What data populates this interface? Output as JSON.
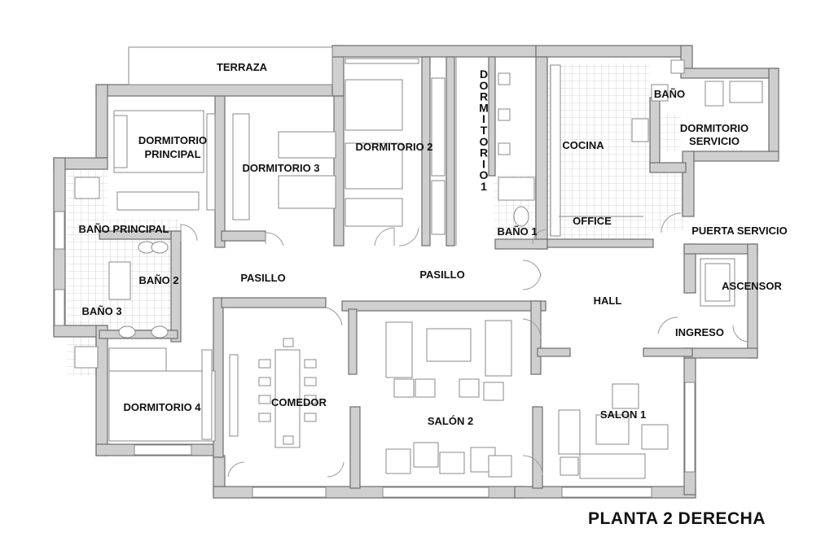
{
  "title": "PLANTA 2 DERECHA",
  "rooms": {
    "terraza": "TERRAZA",
    "dormitorio_principal_1": "DORMITORIO",
    "dormitorio_principal_2": "PRINCIPAL",
    "dormitorio_3": "DORMITORIO 3",
    "dormitorio_2": "DORMITORIO 2",
    "dormitorio_1_letters": [
      "D",
      "O",
      "R",
      "M",
      "I",
      "T",
      "O",
      "R",
      "I",
      "O",
      "1"
    ],
    "cocina": "COCINA",
    "bano": "BAÑO",
    "dormitorio_servicio_1": "DORMITORIO",
    "dormitorio_servicio_2": "SERVICIO",
    "bano_principal": "BAÑO PRINCIPAL",
    "office": "OFFICE",
    "bano_1": "BAÑO 1",
    "puerta_servicio": "PUERTA SERVICIO",
    "pasillo_left": "PASILLO",
    "pasillo_center": "PASILLO",
    "bano_2": "BAÑO 2",
    "bano_3": "BAÑO 3",
    "ascensor": "ASCENSOR",
    "hall": "HALL",
    "ingreso": "INGRESO",
    "comedor": "COMEDOR",
    "dormitorio_4": "DORMITORIO 4",
    "salon_2": "SALÓN 2",
    "salon_1": "SALON 1"
  },
  "colors": {
    "wall_fill": "#cfcfcf",
    "wall_stroke": "#6e6e6e",
    "ink": "#111111"
  }
}
